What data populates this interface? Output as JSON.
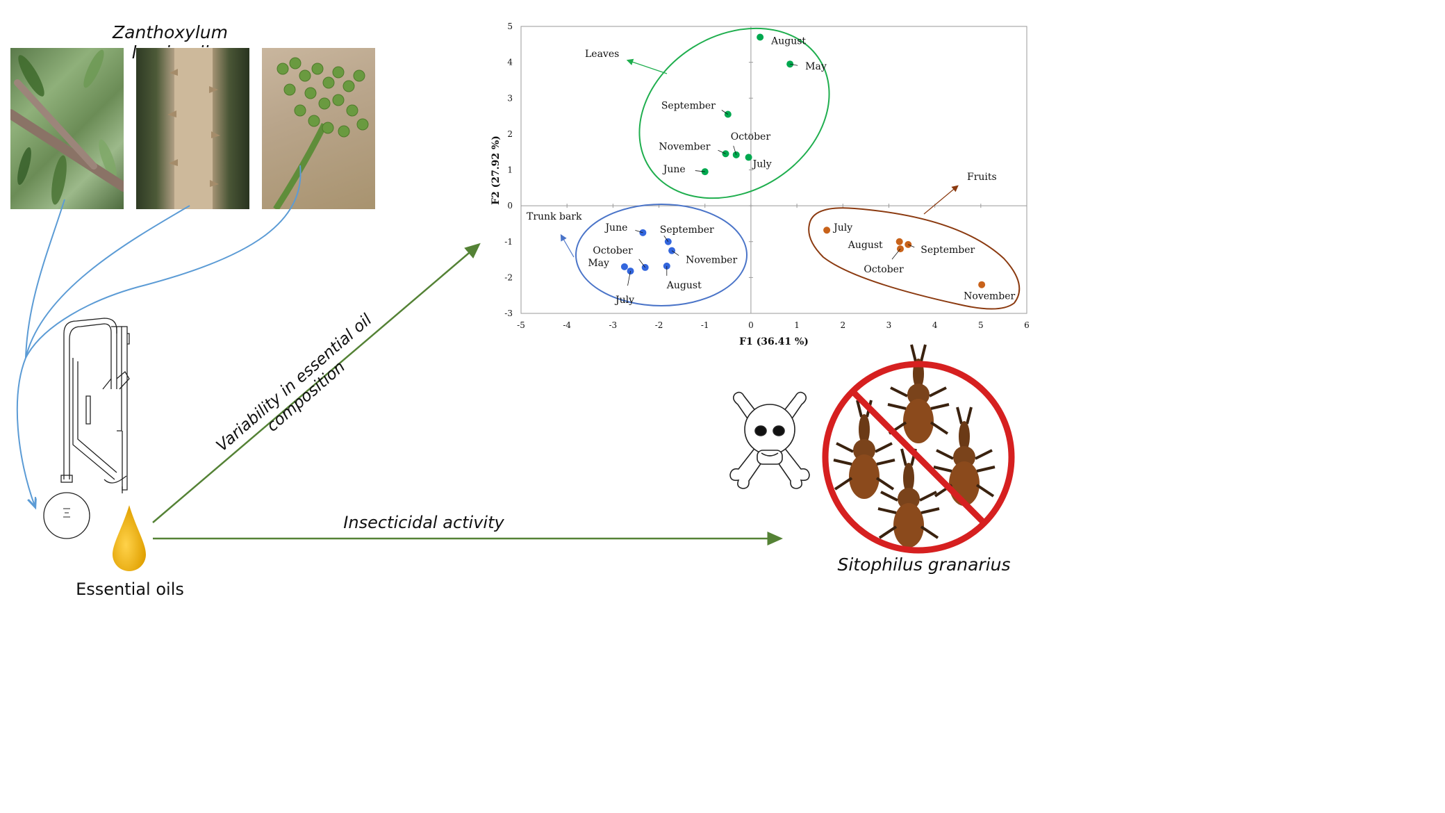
{
  "species_title": "Zanthoxylum leprieurii",
  "essential_oils_label": "Essential oils",
  "variability_label": "Variability in essential oil composition",
  "insecticidal_label": "Insecticidal activity",
  "target_insect_label": "Sitophilus granarius",
  "colors": {
    "leaves": "#00a84f",
    "trunk_bark": "#3366dd",
    "fruits": "#c8621a",
    "leaves_ellipse": "#1fae4e",
    "trunk_ellipse": "#4a74c8",
    "fruits_ellipse": "#8b3a10",
    "flow_arrow": "#5b9bd5",
    "process_arrow": "#548235",
    "oil_drop": "#f2b500",
    "prohibition": "#d62020"
  },
  "icons": {
    "toxic": "skull-and-crossbones-icon",
    "no_insects": "prohibition-sign-icon",
    "drop": "oil-drop-icon",
    "apparatus": "clevenger-apparatus-icon"
  },
  "chart_data": {
    "type": "scatter",
    "title": "",
    "xlabel": "F1 (36.41 %)",
    "ylabel": "F2 (27.92 %)",
    "xlim": [
      -5,
      6
    ],
    "ylim": [
      -3,
      5
    ],
    "xticks": [
      -5,
      -4,
      -3,
      -2,
      -1,
      0,
      1,
      2,
      3,
      4,
      5,
      6
    ],
    "yticks": [
      -3,
      -2,
      -1,
      0,
      1,
      2,
      3,
      4,
      5
    ],
    "grid": false,
    "groups": [
      {
        "name": "Leaves",
        "color": "#00a84f"
      },
      {
        "name": "Trunk bark",
        "color": "#3366dd"
      },
      {
        "name": "Fruits",
        "color": "#c8621a"
      }
    ],
    "series": [
      {
        "group": "Leaves",
        "points": [
          {
            "label": "August",
            "x": 0.2,
            "y": 4.7
          },
          {
            "label": "May",
            "x": 0.85,
            "y": 3.95
          },
          {
            "label": "September",
            "x": -0.5,
            "y": 2.55
          },
          {
            "label": "November",
            "x": -0.55,
            "y": 1.45
          },
          {
            "label": "October",
            "x": -0.32,
            "y": 1.42
          },
          {
            "label": "July",
            "x": -0.05,
            "y": 1.35
          },
          {
            "label": "June",
            "x": -1.0,
            "y": 0.95
          }
        ]
      },
      {
        "group": "Trunk bark",
        "points": [
          {
            "label": "June",
            "x": -2.35,
            "y": -0.75
          },
          {
            "label": "September",
            "x": -1.8,
            "y": -1.0
          },
          {
            "label": "November",
            "x": -1.72,
            "y": -1.25
          },
          {
            "label": "October",
            "x": -2.3,
            "y": -1.72
          },
          {
            "label": "August",
            "x": -1.83,
            "y": -1.68
          },
          {
            "label": "May",
            "x": -2.75,
            "y": -1.7
          },
          {
            "label": "July",
            "x": -2.62,
            "y": -1.82
          }
        ]
      },
      {
        "group": "Fruits",
        "points": [
          {
            "label": "July",
            "x": 1.65,
            "y": -0.68
          },
          {
            "label": "August",
            "x": 3.23,
            "y": -1.0
          },
          {
            "label": "September",
            "x": 3.42,
            "y": -1.08
          },
          {
            "label": "October",
            "x": 3.25,
            "y": -1.2
          },
          {
            "label": "November",
            "x": 5.02,
            "y": -2.2
          }
        ]
      }
    ],
    "group_labels": [
      "Leaves",
      "Trunk bark",
      "Fruits"
    ]
  }
}
